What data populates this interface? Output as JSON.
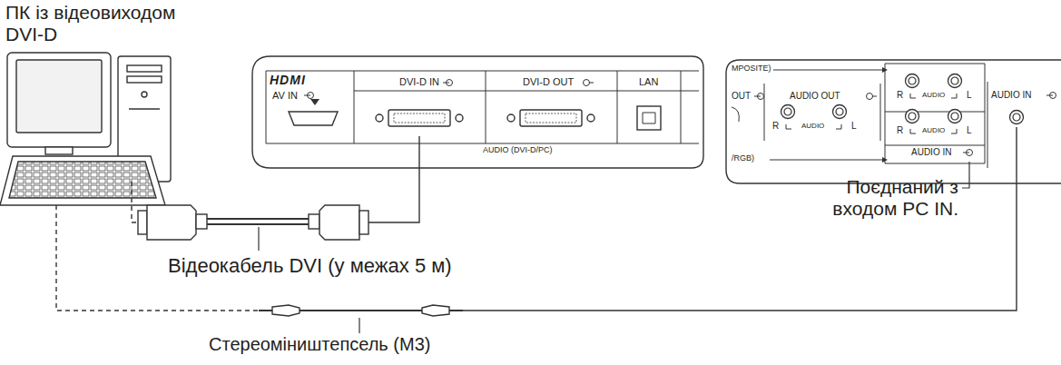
{
  "diagram": {
    "labels": [
      "ПК із відеовиходом DVI-D",
      "HDMI",
      "AV IN",
      "DVI-D IN",
      "DVI-D OUT",
      "LAN",
      "AUDIO (DVI-D/PC)",
      "MPOSITE)",
      "OUT",
      "AUDIO OUT",
      "R",
      "AUDIO",
      "L",
      "R",
      "AUDIO",
      "L",
      "R",
      "AUDIO",
      "L",
      "AUDIO IN",
      "AUDIO IN",
      "/RGB)",
      "Поєднаний з входом PC IN.",
      "Відеокабель DVI (у межах 5 м)",
      "Стереоміништепсель (M3)"
    ]
  }
}
